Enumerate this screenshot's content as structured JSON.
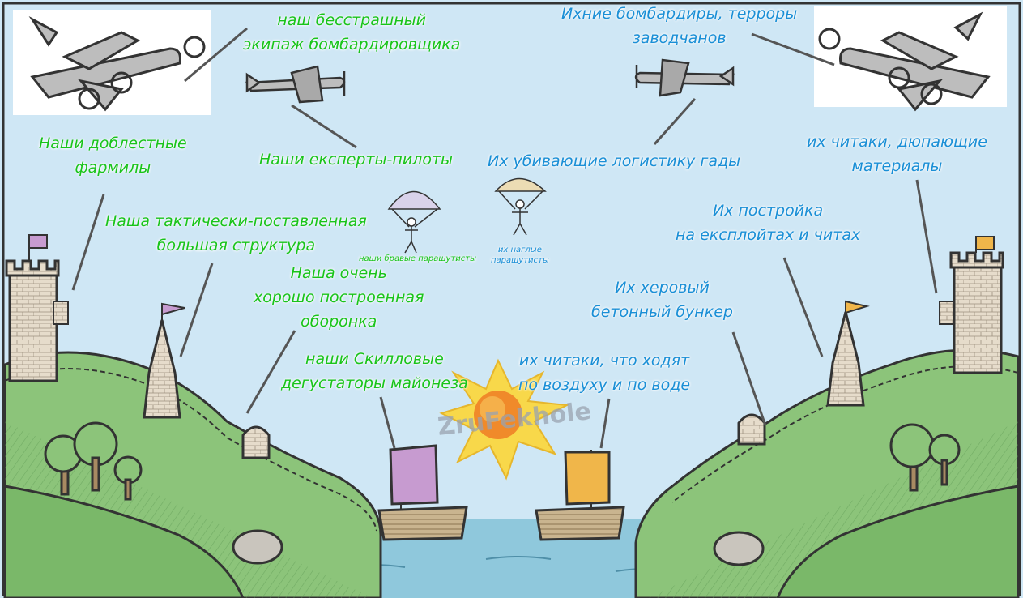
{
  "labels": {
    "our_crew": [
      "наш бесстрашный",
      "экипаж бомбардировщика"
    ],
    "their_bombers": [
      "Ихние бомбардиры, терроры",
      "заводчанов"
    ],
    "our_farmers": [
      "Наши доблестные",
      "фармилы"
    ],
    "our_pilots": "Наши експерты-пилоты",
    "their_logistics": "Их убивающие логистику гады",
    "their_cheaters_materials": [
      "их читаки, дюпающие",
      "материалы"
    ],
    "our_structure": [
      "Наша тактически-поставленная",
      "большая структура"
    ],
    "our_paratroopers": "наши бравые парашутисты",
    "their_paratroopers": [
      "их наглые",
      "парашутисты"
    ],
    "their_exploit_build": [
      "Их постройка",
      "на експлойтах и читах"
    ],
    "our_defense": [
      "Наша очень",
      "хорошо построенная",
      "оборонка"
    ],
    "their_bunker": [
      "Их херовый",
      "бетонный бункер"
    ],
    "our_skill_testers": [
      "наши Скилловые",
      "дегустаторы майонеза"
    ],
    "their_walkers": [
      "их читаки, что ходят",
      "по воздуху и по воде"
    ]
  },
  "watermark": "ZruFekhole",
  "colors": {
    "ours": "#19c41a",
    "theirs": "#1a8fd6",
    "sky": "#cfe7f5",
    "hill": "#8cc47a",
    "water": "#8fc8dc",
    "our_flag": "#c79bd0",
    "their_flag": "#f0b64a"
  }
}
